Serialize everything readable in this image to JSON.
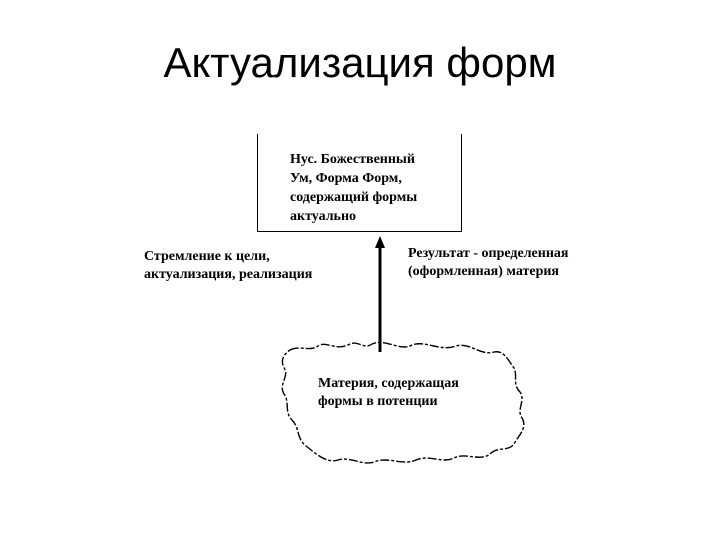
{
  "title": "Актуализация форм",
  "nous_box": {
    "text": "Нус. Божественный\nУм, Форма Форм,\nсодержащий формы\nактуально"
  },
  "left_label": "Стремление к цели,\nактуализация, реализация",
  "right_label": "Результат - определенная\n(оформленная) материя",
  "matter_cloud": {
    "text": "Материя, содержащая\nформы в потенции"
  },
  "colors": {
    "background": "#ffffff",
    "ink": "#000000"
  }
}
